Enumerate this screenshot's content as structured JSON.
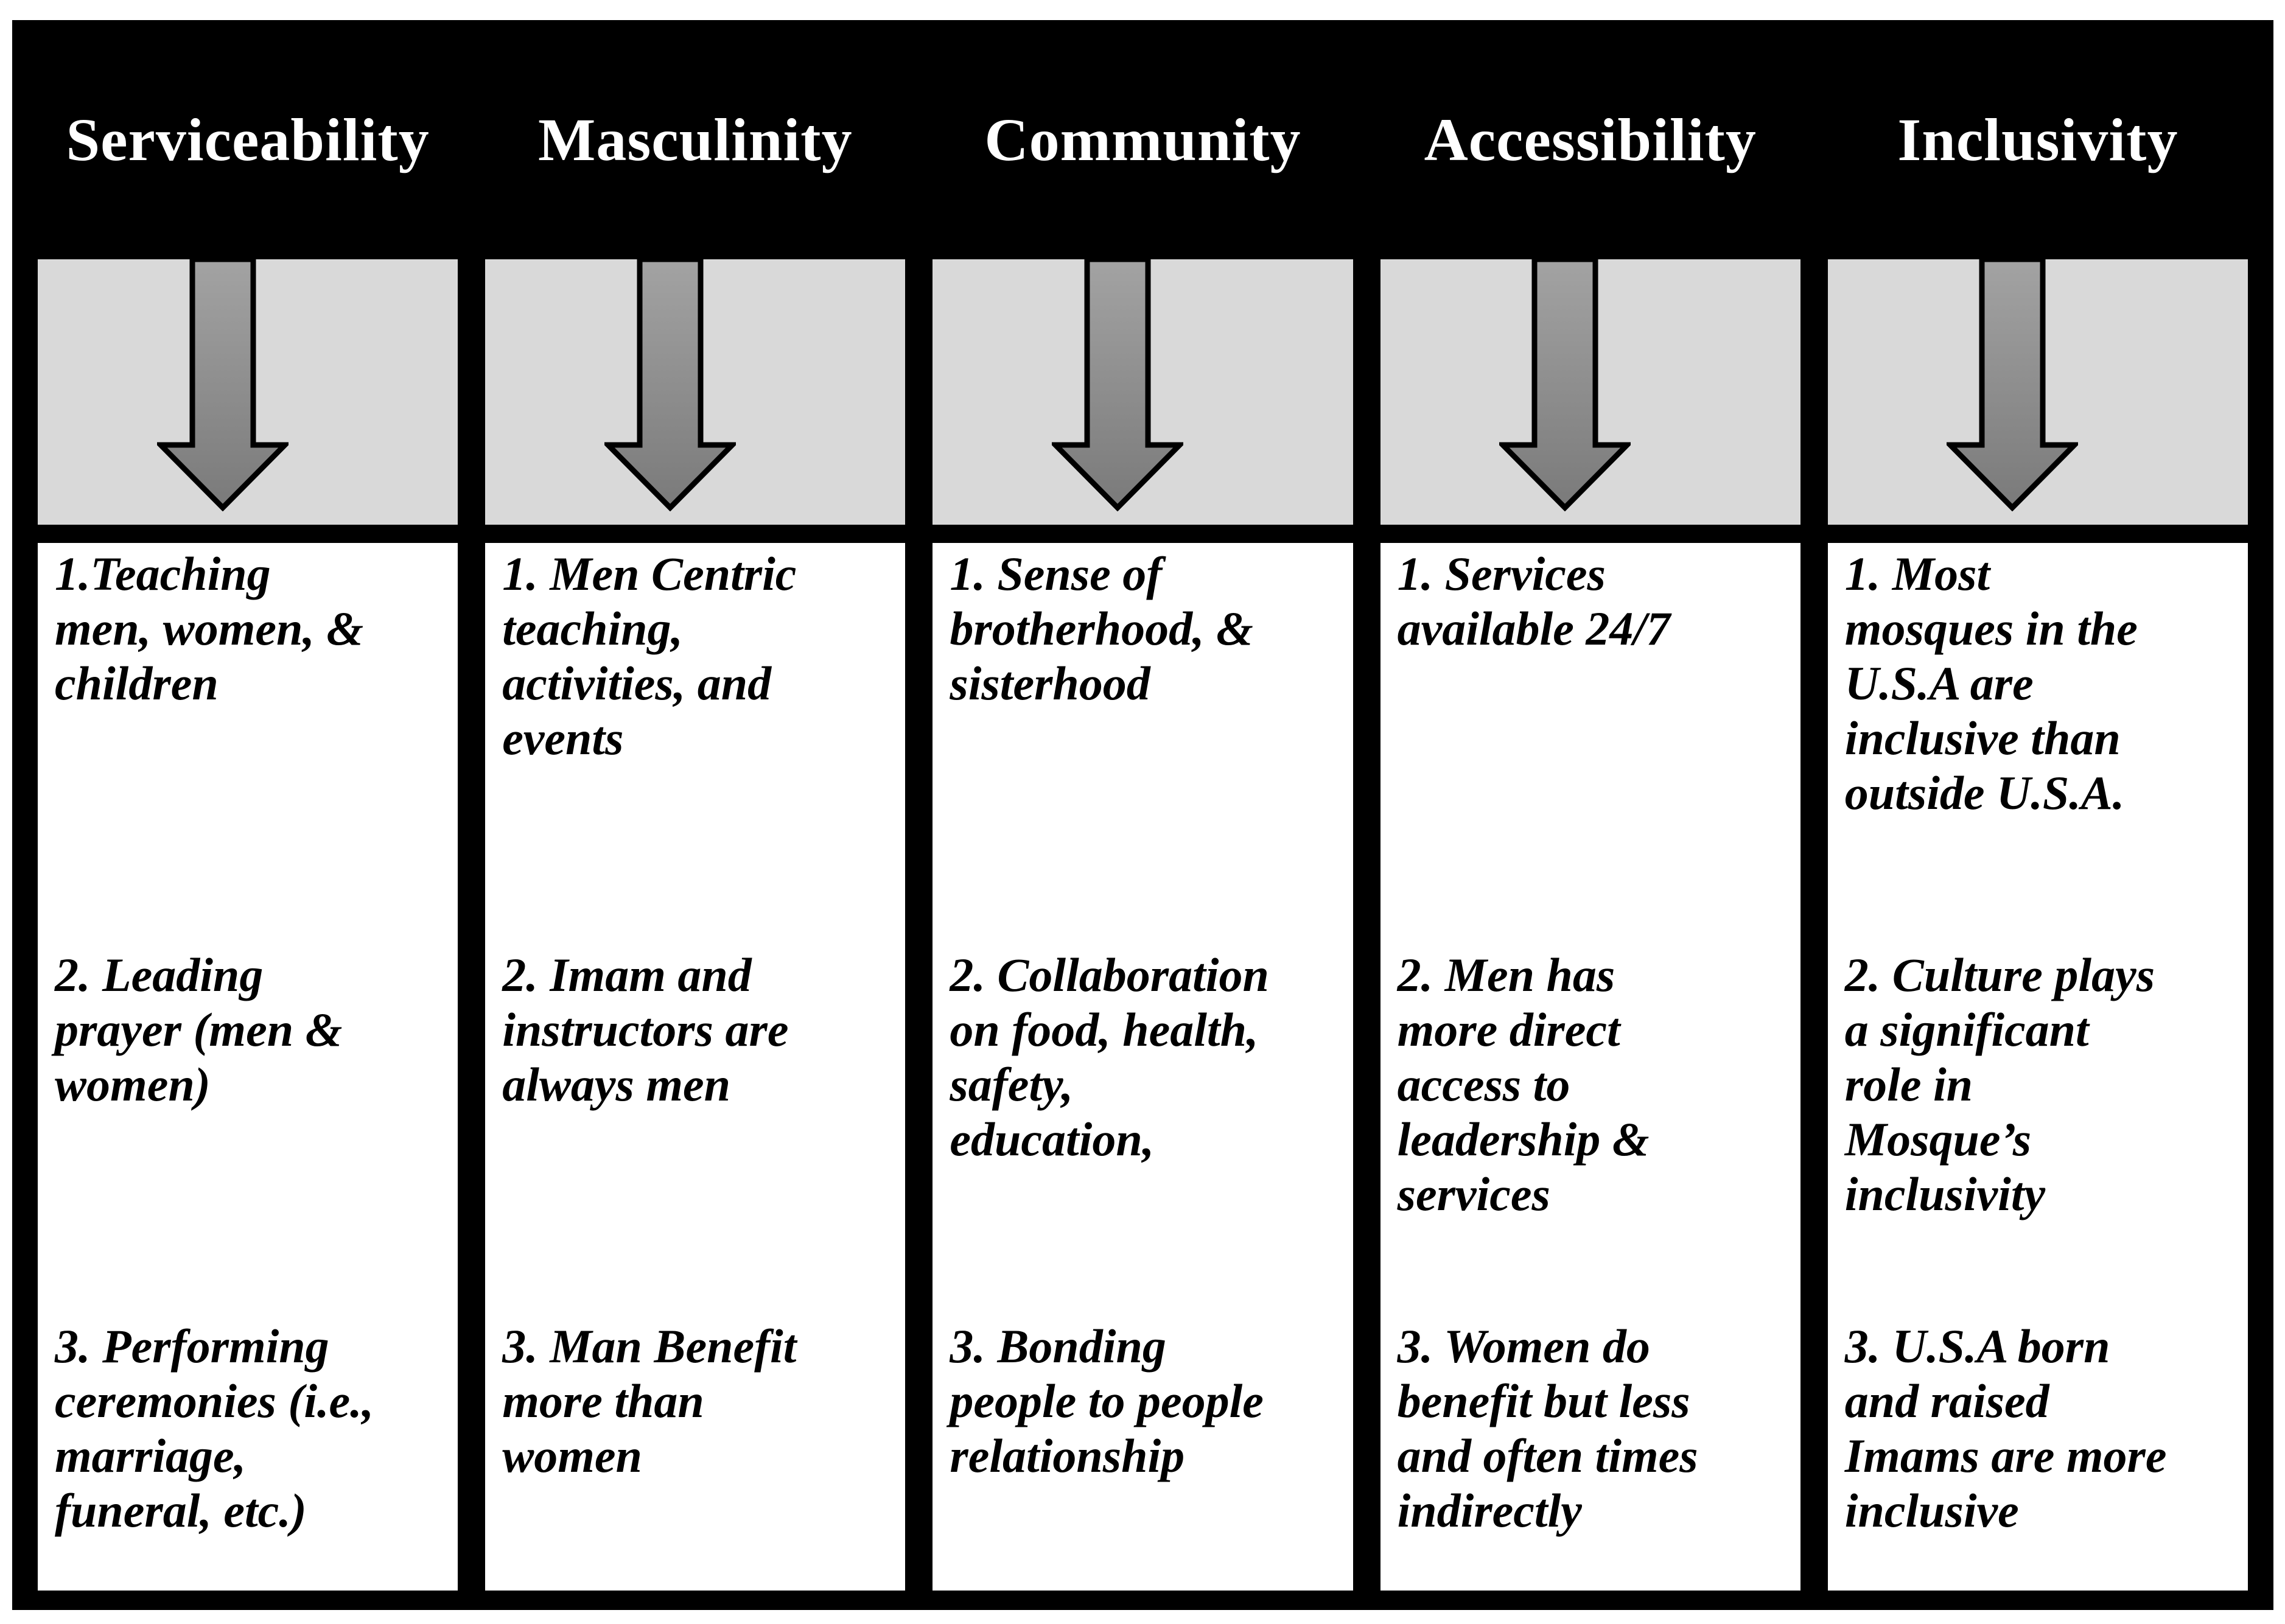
{
  "figure": {
    "type": "five-column theme diagram",
    "colors": {
      "header_bg": "#000000",
      "header_text": "#ffffff",
      "arrow_band_bg": "#d9d9d9",
      "arrow_fill_top": "#a3a3a3",
      "arrow_fill_bottom": "#7a7a7a",
      "arrow_outline": "#000000",
      "body_bg": "#ffffff",
      "body_text": "#000000",
      "grid_lines": "#000000"
    },
    "icons": {
      "column_arrow": "down-arrow-icon"
    },
    "columns": [
      {
        "header": "Serviceability",
        "items": [
          "1.Teaching\nmen, women, &\nchildren",
          "2. Leading\nprayer (men &\nwomen)",
          "3. Performing\nceremonies (i.e.,\nmarriage,\nfuneral, etc.)"
        ]
      },
      {
        "header": "Masculinity",
        "items": [
          "1. Men Centric\nteaching,\nactivities, and\nevents",
          "2. Imam and\ninstructors are\nalways men",
          "3. Man Benefit\nmore than\nwomen"
        ]
      },
      {
        "header": "Community",
        "items": [
          "1. Sense of\nbrotherhood, &\nsisterhood",
          "2. Collaboration\non food, health,\nsafety,\neducation,",
          "3. Bonding\npeople to people\nrelationship"
        ]
      },
      {
        "header": "Accessibility",
        "items": [
          "1. Services\navailable 24/7",
          "2. Men has\nmore direct\naccess to\nleadership &\nservices",
          "3. Women do\nbenefit but less\nand often times\nindirectly"
        ]
      },
      {
        "header": "Inclusivity",
        "items": [
          "1. Most\nmosques in the\nU.S.A are\ninclusive than\noutside U.S.A.",
          "2. Culture plays\na significant\nrole in\nMosque’s\ninclusivity",
          "3. U.S.A born\nand raised\nImams are more\ninclusive"
        ]
      }
    ]
  }
}
